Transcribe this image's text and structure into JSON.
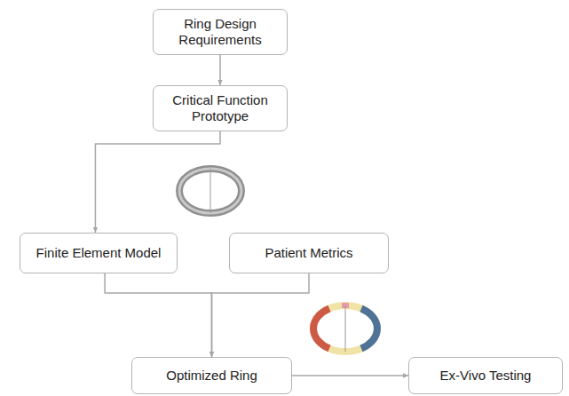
{
  "diagram": {
    "nodes": [
      {
        "text": [
          "Ring Design Requirements"
        ]
      },
      {
        "text": [
          "Critical Function Prototype"
        ]
      },
      {
        "text": [
          "Finite Element Model"
        ]
      },
      {
        "text": [
          "Patient Metrics"
        ]
      },
      {
        "text": [
          "Optimized Ring"
        ]
      },
      {
        "text": [
          "Ex-Vivo Testing"
        ]
      }
    ],
    "edges": [
      {
        "from": 0,
        "to": 1,
        "arrow": "to"
      },
      {
        "from": 1,
        "to": 2,
        "arrow": "to"
      },
      {
        "from": 2,
        "to": 4,
        "arrow": "to"
      },
      {
        "from": 3,
        "to": 4,
        "arrow": "to"
      },
      {
        "from": 4,
        "to": 5,
        "arrow": "to"
      }
    ]
  }
}
